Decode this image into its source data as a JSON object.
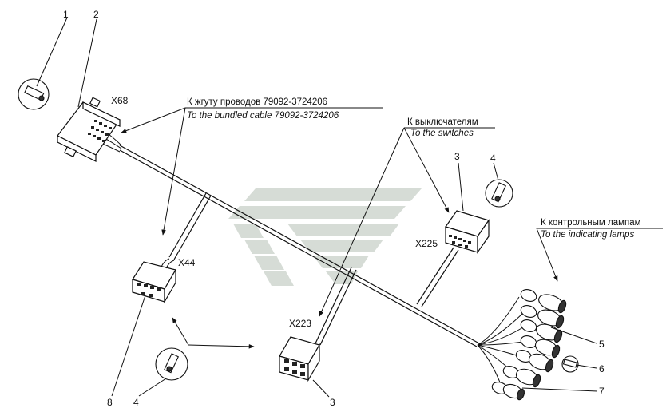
{
  "callouts": {
    "c1": "1",
    "c2": "2",
    "c3a": "3",
    "c3b": "3",
    "c4a": "4",
    "c4b": "4",
    "c5": "5",
    "c6": "6",
    "c7": "7",
    "c8": "8"
  },
  "connectors": {
    "x68": "X68",
    "x44": "X44",
    "x223": "X223",
    "x225": "X225"
  },
  "notes": {
    "bundled_ru": "К жгуту проводов 79092-3724206",
    "bundled_en": "To the bundled cable 79092-3724206",
    "switches_ru": "К выключателям",
    "switches_en": "To the switches",
    "lamps_ru": "К контрольным лампам",
    "lamps_en": "To the indicating lamps"
  },
  "colors": {
    "line": "#111111",
    "watermark": "#d8ddd8"
  }
}
